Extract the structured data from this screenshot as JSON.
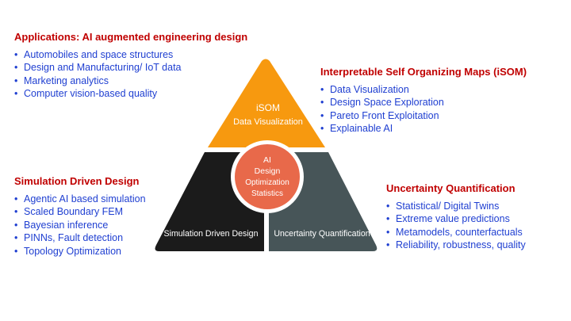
{
  "applications": {
    "title": "Applications: AI augmented engineering design",
    "items": [
      "Automobiles and space structures",
      "Design and Manufacturing/ IoT data",
      "Marketing analytics",
      "Computer vision-based quality"
    ]
  },
  "isom": {
    "title": "Interpretable Self Organizing Maps (iSOM)",
    "items": [
      "Data Visualization",
      "Design Space Exploration",
      "Pareto Front Exploitation",
      "Explainable AI"
    ]
  },
  "simulation": {
    "title": "Simulation Driven Design",
    "items": [
      "Agentic AI based simulation",
      "Scaled Boundary FEM",
      "Bayesian inference",
      "PINNs, Fault detection",
      "Topology Optimization"
    ]
  },
  "uncertainty": {
    "title": "Uncertainty Quantification",
    "items": [
      "Statistical/ Digital  Twins",
      "Extreme value predictions",
      "Metamodels, counterfactuals",
      "Reliability, robustness, quality"
    ]
  },
  "triangle": {
    "top_line1": "iSOM",
    "top_line2": "Data Visualization",
    "left_label": "Simulation Driven Design",
    "right_label": "Uncertainty Quantification",
    "center_lines": [
      "AI",
      "Design",
      "Optimization",
      "Statistics"
    ]
  },
  "colors": {
    "heading": "#c00000",
    "bullet_text": "#1f3fd1",
    "top_segment": "#f7990f",
    "left_segment": "#1b1b1b",
    "right_segment": "#475558",
    "center_circle": "#e8694a"
  }
}
